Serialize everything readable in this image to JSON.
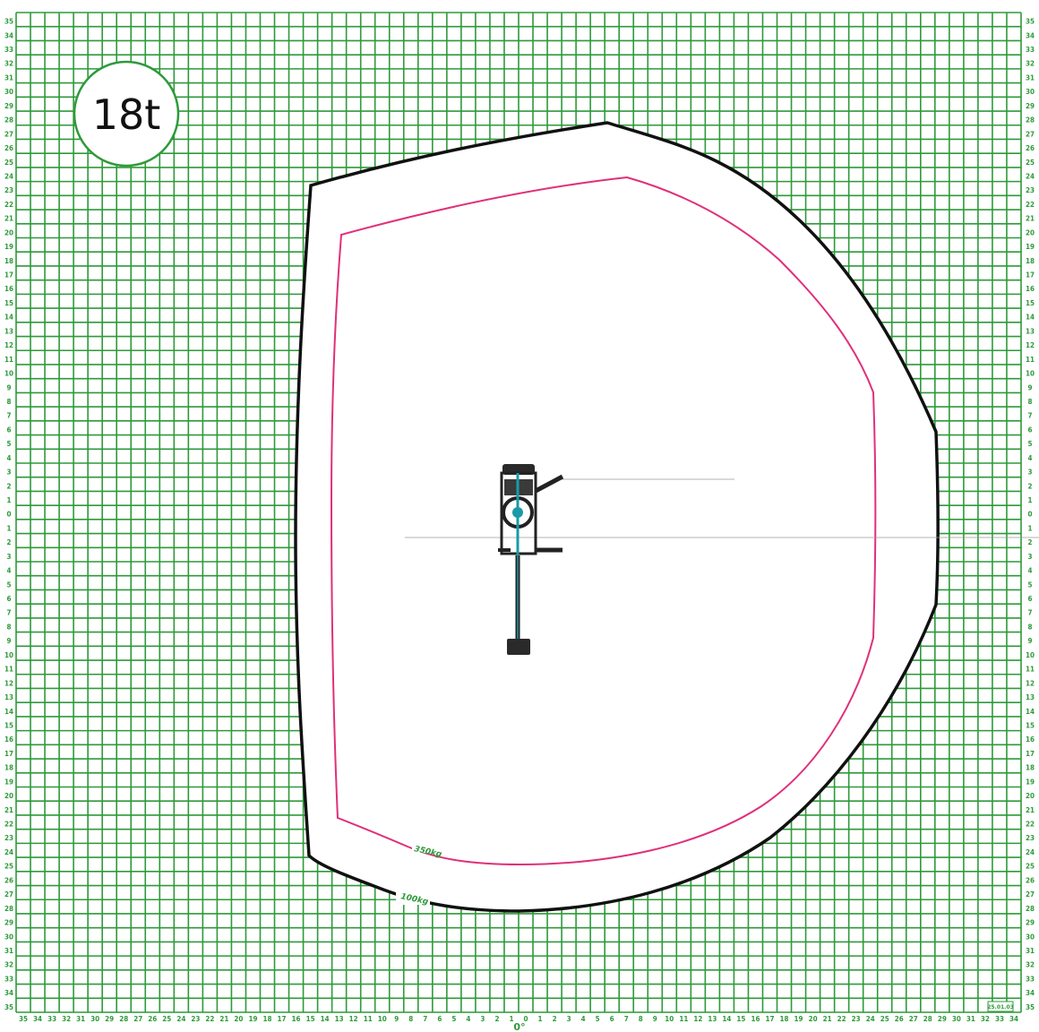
{
  "badge": {
    "label": "18t"
  },
  "axes": {
    "left_ticks": [
      "35",
      "34",
      "33",
      "32",
      "31",
      "30",
      "29",
      "28",
      "27",
      "26",
      "25",
      "24",
      "23",
      "22",
      "21",
      "20",
      "19",
      "18",
      "17",
      "16",
      "15",
      "14",
      "13",
      "12",
      "11",
      "10",
      "9",
      "8",
      "7",
      "6",
      "5",
      "4",
      "3",
      "2",
      "1",
      "0",
      "1",
      "2",
      "3",
      "4",
      "5",
      "6",
      "7",
      "8",
      "9",
      "10",
      "11",
      "12",
      "13",
      "14",
      "15",
      "16",
      "17",
      "18",
      "19",
      "20",
      "21",
      "22",
      "23",
      "24",
      "25",
      "26",
      "27",
      "28",
      "29",
      "30",
      "31",
      "32",
      "33",
      "34",
      "35"
    ],
    "right_ticks": [
      "35",
      "34",
      "33",
      "32",
      "31",
      "30",
      "29",
      "28",
      "27",
      "26",
      "25",
      "24",
      "23",
      "22",
      "21",
      "20",
      "19",
      "18",
      "17",
      "16",
      "15",
      "14",
      "13",
      "12",
      "11",
      "10",
      "9",
      "8",
      "7",
      "6",
      "5",
      "4",
      "3",
      "2",
      "1",
      "0",
      "1",
      "2",
      "3",
      "4",
      "5",
      "6",
      "7",
      "8",
      "9",
      "10",
      "11",
      "12",
      "13",
      "14",
      "15",
      "16",
      "17",
      "18",
      "19",
      "20",
      "21",
      "22",
      "23",
      "24",
      "25",
      "26",
      "27",
      "28",
      "29",
      "30",
      "31",
      "32",
      "33",
      "34",
      "35"
    ],
    "bottom_ticks": [
      "35",
      "34",
      "33",
      "32",
      "31",
      "30",
      "29",
      "28",
      "27",
      "26",
      "25",
      "24",
      "23",
      "22",
      "21",
      "20",
      "19",
      "18",
      "17",
      "16",
      "15",
      "14",
      "13",
      "12",
      "11",
      "10",
      "9",
      "8",
      "7",
      "6",
      "5",
      "4",
      "3",
      "2",
      "1",
      "0",
      "1",
      "2",
      "3",
      "4",
      "5",
      "6",
      "7",
      "8",
      "9",
      "10",
      "11",
      "12",
      "13",
      "14",
      "15",
      "16",
      "17",
      "18",
      "19",
      "20",
      "21",
      "22",
      "23",
      "24",
      "25",
      "26",
      "27",
      "28",
      "29",
      "30",
      "31",
      "32",
      "33",
      "34"
    ],
    "bottom_angle": "0°"
  },
  "zones": [
    {
      "label": "350kg",
      "color": "#e0307a"
    },
    {
      "label": "100kg",
      "color": "#111111"
    }
  ],
  "date_label": "25.01.03",
  "colors": {
    "grid": "#2e9a3a",
    "outer_line": "#111111",
    "inner_line": "#e0307a",
    "machine_accent": "#1a9aa8"
  }
}
